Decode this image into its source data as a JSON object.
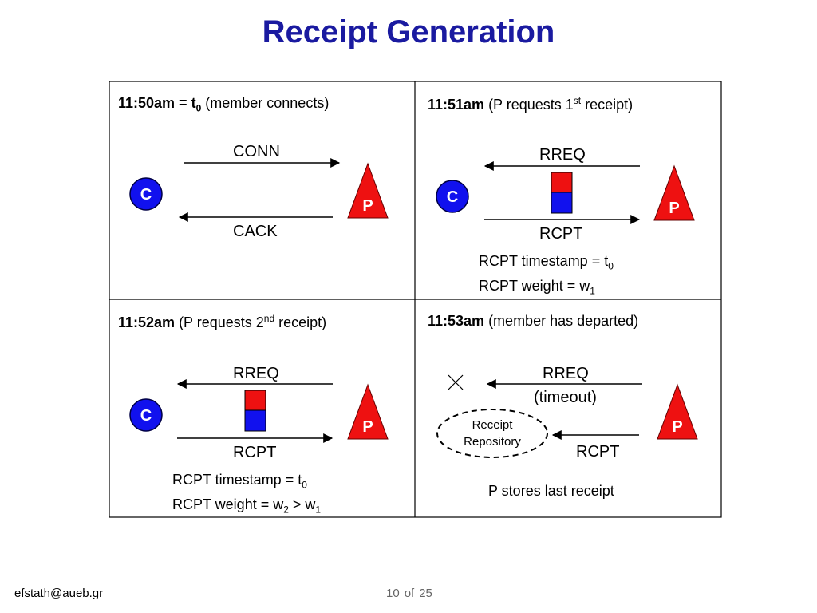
{
  "title": "Receipt Generation",
  "cells": [
    {
      "time": "11:50am = t",
      "time_sub": "0",
      "desc": " (member connects)",
      "arrow_top": "CONN",
      "arrow_bottom": "CACK"
    },
    {
      "time": "11:51am",
      "desc_pre": " (P requests 1",
      "desc_sup": "st",
      "desc_post": " receipt)",
      "arrow_top": "RREQ",
      "arrow_bottom": "RCPT",
      "note_line1": "RCPT timestamp = t",
      "note_line1_sub": "0",
      "note_line2": "RCPT weight = w",
      "note_line2_sub": "1"
    },
    {
      "time": "11:52am",
      "desc_pre": " (P requests 2",
      "desc_sup": "nd",
      "desc_post": " receipt)",
      "arrow_top": "RREQ",
      "arrow_bottom": "RCPT",
      "note_line1": "RCPT timestamp = t",
      "note_line1_sub": "0",
      "note_line2": "RCPT weight = w",
      "note_line2_sub": "2",
      "note_line2_mid": " > w",
      "note_line2_sub2": "1"
    },
    {
      "time": "11:53am",
      "desc": " (member has departed)",
      "arrow_top": "RREQ",
      "timeout": "(timeout)",
      "arrow_bottom": "RCPT",
      "repository_line1": "Receipt",
      "repository_line2": "Repository",
      "note": "P stores last receipt"
    }
  ],
  "node_client": "C",
  "node_peer": "P",
  "colors": {
    "client": "#1111ee",
    "peer": "#ee1111",
    "receipt_top": "#ee1111",
    "receipt_bottom": "#1111ee",
    "title": "#1a1aa0"
  },
  "footer": {
    "email": "efstath@aueb.gr",
    "page": "10",
    "of": "of",
    "total": "25"
  }
}
